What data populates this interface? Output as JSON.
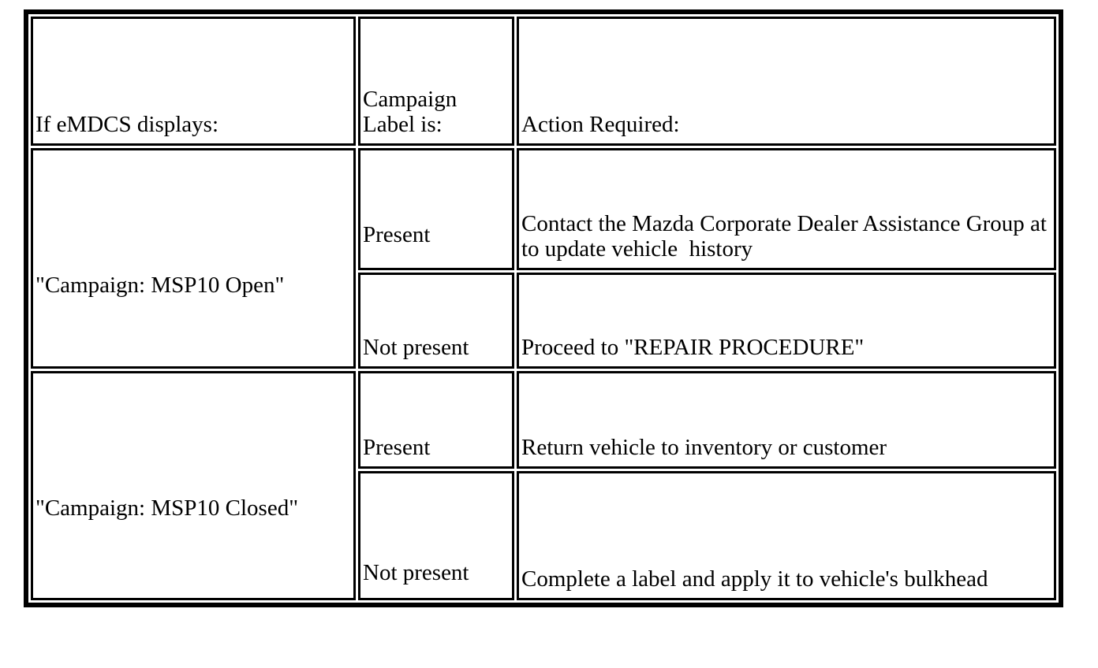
{
  "document": {
    "background": "#ffffff",
    "text_color": "#000000",
    "border_color": "#000000"
  },
  "table": {
    "header": {
      "emdcs": "If eMDCS displays:",
      "label": "Campaign Label is:",
      "action": "Action Required:"
    },
    "groups": [
      {
        "campaign": "\"Campaign: MSP10 Open\"",
        "rows": [
          {
            "label": "Present",
            "action": "Contact the Mazda Corporate Dealer Assistance Group at  to update vehicle  history"
          },
          {
            "label": "Not present",
            "action": "Proceed to \"REPAIR PROCEDURE\""
          }
        ]
      },
      {
        "campaign": "\"Campaign: MSP10 Closed\"",
        "rows": [
          {
            "label": "Present",
            "action": "Return vehicle to inventory or customer"
          },
          {
            "label": "Not present",
            "action": "Complete a label and apply it to vehicle's bulkhead"
          }
        ]
      }
    ]
  }
}
